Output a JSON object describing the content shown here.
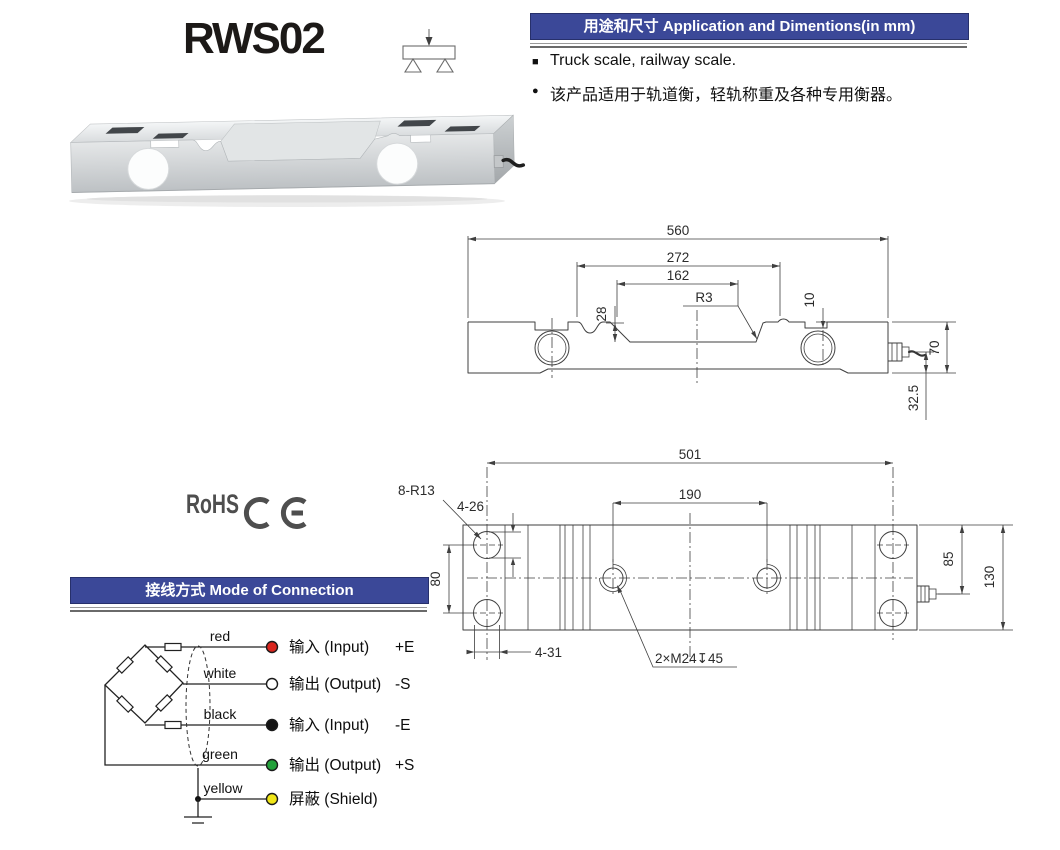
{
  "product": {
    "model": "RWS02"
  },
  "application_section": {
    "title": "用途和尺寸 Application and Dimentions(in mm)",
    "bullet_1": "Truck scale, railway scale.",
    "bullet_2": "该产品适用于轨道衡，轻轨称重及各种专用衡器。"
  },
  "certifications": {
    "rohs": "RoHS",
    "ce": "CE"
  },
  "connection_section": {
    "title": "接线方式 Mode of Connection",
    "wires": [
      {
        "color": "red",
        "hex": "#d9251d",
        "label": "输入 (Input)",
        "signal": "+E"
      },
      {
        "color": "white",
        "hex": "#ffffff",
        "label": "输出 (Output)",
        "signal": "-S"
      },
      {
        "color": "black",
        "hex": "#141414",
        "label": "输入 (Input)",
        "signal": "-E"
      },
      {
        "color": "green",
        "hex": "#23a13b",
        "label": "输出 (Output)",
        "signal": "+S"
      },
      {
        "color": "yellow",
        "hex": "#f0e618",
        "label": "屏蔽 (Shield)",
        "signal": ""
      }
    ]
  },
  "side_view": {
    "dim_560": "560",
    "dim_272": "272",
    "dim_162": "162",
    "dim_28": "28",
    "dim_r3": "R3",
    "dim_10": "10",
    "dim_70": "70",
    "dim_32_5": "32.5"
  },
  "plan_view": {
    "dim_501": "501",
    "dim_190": "190",
    "dim_8_r13": "8-R13",
    "dim_4_26": "4-26",
    "dim_80": "80",
    "dim_4_31": "4-31",
    "dim_thread": "2×M24↧45",
    "dim_85": "85",
    "dim_130": "130"
  },
  "colors": {
    "banner_bg": "#3b4898",
    "banner_text": "#ffffff",
    "drawing_line": "#3f3f3f",
    "metal_light": "#e7e9ea",
    "metal_mid": "#bdc1c4"
  }
}
